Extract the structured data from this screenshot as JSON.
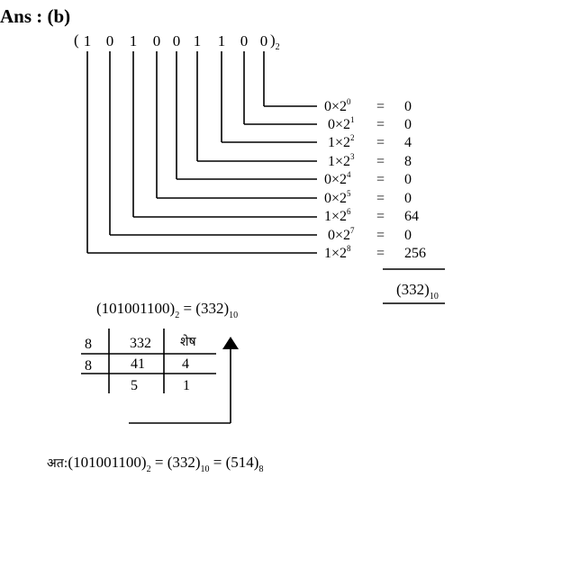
{
  "answer_label": "Ans : (b)",
  "binary": {
    "open": "(",
    "bits": [
      "1",
      "0",
      "1",
      "0",
      "0",
      "1",
      "1",
      "0",
      "0"
    ],
    "close": ")",
    "base": "2"
  },
  "expansion": [
    {
      "term": "0×2",
      "exp": "0",
      "eq": "=",
      "value": "0"
    },
    {
      "term": "0×2",
      "exp": "1",
      "eq": "=",
      "value": "0"
    },
    {
      "term": "1×2",
      "exp": "2",
      "eq": "=",
      "value": "4"
    },
    {
      "term": "1×2",
      "exp": "3",
      "eq": "=",
      "value": "8"
    },
    {
      "term": "0×2",
      "exp": "4",
      "eq": "=",
      "value": "0"
    },
    {
      "term": "0×2",
      "exp": "5",
      "eq": "=",
      "value": "0"
    },
    {
      "term": "1×2",
      "exp": "6",
      "eq": "=",
      "value": "64"
    },
    {
      "term": "0×2",
      "exp": "7",
      "eq": "=",
      "value": "0"
    },
    {
      "term": "1×2",
      "exp": "8",
      "eq": "=",
      "value": "256"
    }
  ],
  "sum_result": {
    "value": "(332)",
    "base": "10"
  },
  "conversion_line": {
    "lhs": "(101001100)",
    "lhs_base": "2",
    "eq": "=",
    "rhs": "(332)",
    "rhs_base": "10"
  },
  "division_table": {
    "rows": [
      {
        "divisor": "8",
        "dividend": "332",
        "remainder": "शेष"
      },
      {
        "divisor": "8",
        "dividend": "41",
        "remainder": "4"
      },
      {
        "divisor": "",
        "dividend": "5",
        "remainder": "1"
      }
    ]
  },
  "final": {
    "prefix": "अत:",
    "bin": "(101001100)",
    "bin_base": "2",
    "eq1": "=",
    "dec": "(332)",
    "dec_base": "10",
    "eq2": "=",
    "oct": "(514)",
    "oct_base": "8"
  }
}
